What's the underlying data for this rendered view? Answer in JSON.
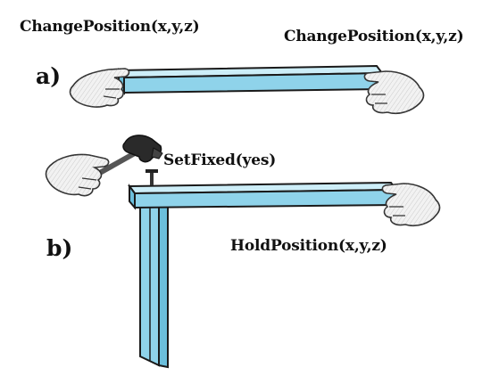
{
  "labels": {
    "change_left": "ChangePosition(x,y,z)",
    "change_right": "ChangePosition(x,y,z)",
    "part_a": "a)",
    "part_b": "b)",
    "set_fixed": "SetFixed(yes)",
    "hold_position": "HoldPosition(x,y,z)"
  },
  "colors": {
    "beam_top": "#cdeef8",
    "beam_front": "#8fd3ea",
    "beam_side": "#6bbfdc",
    "outline": "#1a1a1a",
    "hand_fill": "#f2f2f2",
    "hand_stroke": "#333333",
    "hammer_head": "#2a2a2a",
    "hammer_handle": "#555555"
  },
  "icons": [
    "hand-icon",
    "hammer-icon",
    "nail-icon"
  ]
}
